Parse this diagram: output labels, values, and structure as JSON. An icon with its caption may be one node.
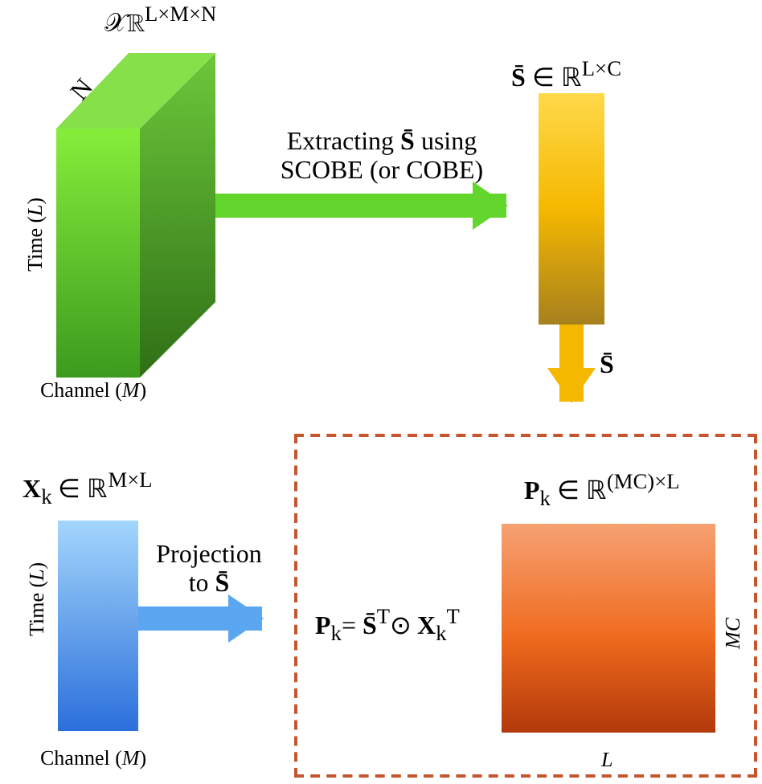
{
  "diagram": {
    "nodes": [
      {
        "text": [
          "𝒳ℝ$^{L×M×N}$",
          "N"
        ],
        "beside": [
          "Time (*L*)",
          "Channel (*M*)"
        ]
      },
      {
        "text": [
          "**S̄** ∈ ℝ$^{L×C}$"
        ]
      },
      {
        "text": [
          "**X**$_{k}$ ∈ ℝ$^{M×L}$"
        ],
        "beside": [
          "Time (*L*)",
          "Channel (*M*)"
        ]
      },
      {
        "text": [
          "**P**$_{k}$= **S̄**$^{T}$⊙ **X**$_{k}$$^{T}$"
        ]
      },
      {
        "text": [
          "**P**$_{k}$ ∈ ℝ$^{(MC)×L}$"
        ],
        "in": 3,
        "beside": [
          "MC",
          "L"
        ]
      }
    ],
    "edges": [
      {
        "from": 0,
        "to": 1,
        "arrow": "to",
        "label": "Extracting **S̄** using SCOBE (or COBE)",
        "color": "#62d62c"
      },
      {
        "from": 1,
        "to": 3,
        "arrow": "to",
        "label": "**S̄**",
        "color": "#f5b800"
      },
      {
        "from": 2,
        "to": 3,
        "arrow": "to",
        "label": "Projection to **S̄**",
        "color": "#5aa6f0"
      }
    ]
  }
}
